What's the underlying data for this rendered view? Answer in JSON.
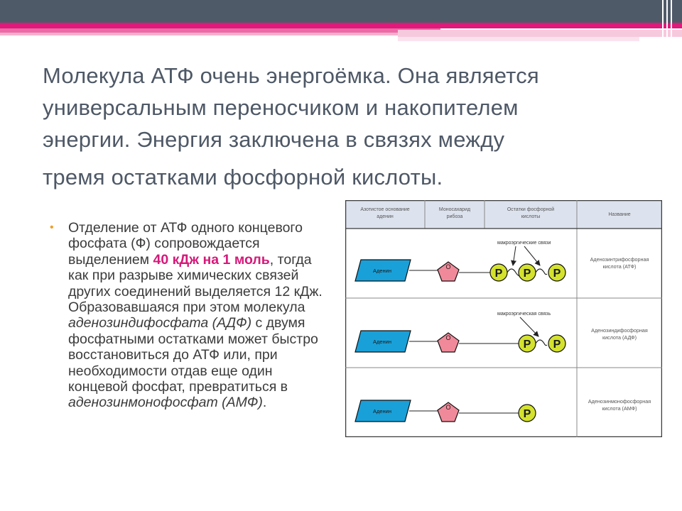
{
  "title": {
    "line1": "Молекула АТФ очень энергоёмка. Она является",
    "line2": "универсальным переносчиком и накопителем",
    "line3": "энергии. Энергия заключена в связях между",
    "line4": "тремя остатками фосфорной кислоты."
  },
  "bullet": {
    "part1": "Отделение от АТФ одного концевого фосфата (Ф) сопровождается выделением ",
    "highlight": "40 кДж на 1 моль",
    "part2": ", тогда как при разрыве химических связей других соединений выделяется 12 кДж. Образовавшаяся при этом молекула ",
    "italic1": "аденозиндифосфата (АДФ)",
    "part3": " с двумя фосфатными остатками может быстро восстановиться до АТФ или, при необходимости отдав еще один концевой фосфат, превратиться в ",
    "italic2": "аденозинмонофосфат (АМФ)",
    "part4": "."
  },
  "diagram": {
    "headers": {
      "base_l1": "Азотистое основание",
      "base_l2": "аденин",
      "sugar_l1": "Моносахарид",
      "sugar_l2": "рибоза",
      "phos_l1": "Остатки фосфорной",
      "phos_l2": "кислоты",
      "name": "Название"
    },
    "adenine_label": "Аденин",
    "ribose_o": "O",
    "phosphate_label": "P",
    "rows": [
      {
        "bond_label": "макроэргические связи",
        "name_l1": "Аденозинтрифосфорная",
        "name_l2": "кислота (АТФ)"
      },
      {
        "bond_label": "макроэргическая связь",
        "name_l1": "Аденозиндифосфорная",
        "name_l2": "кислота (АДФ)"
      },
      {
        "bond_label": "",
        "name_l1": "Аденозинмонофосфорная",
        "name_l2": "кислота (АМФ)"
      }
    ],
    "colors": {
      "adenine": "#1aa0d8",
      "ribose": "#f08a9a",
      "phosphate": "#d4e22e",
      "header_bg": "#dde3ee",
      "border": "#3a3a3a"
    }
  }
}
